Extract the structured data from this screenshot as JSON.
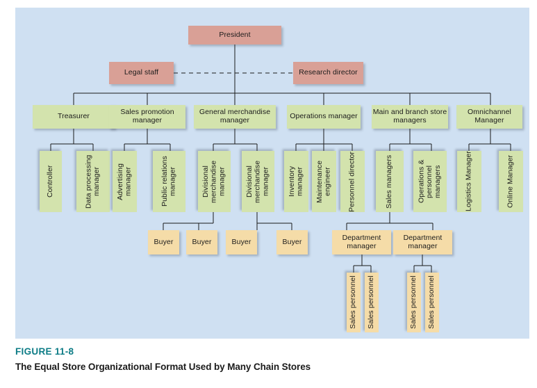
{
  "figure": {
    "label": "FIGURE 11-8",
    "title": "The Equal Store Organizational Format Used by Many Chain Stores",
    "accent_color": "#0d7c86",
    "panel_background": "#cfe0f2",
    "executive_color": "#d9a096",
    "manager_color": "#d3e3ad",
    "leaf_color": "#f5dca8",
    "line_color": "#1a1a1a"
  },
  "chart_data": {
    "type": "diagram",
    "title": "The Equal Store Organizational Format Used by Many Chain Stores",
    "levels": 6,
    "nodes": [
      {
        "id": "president",
        "label": "President",
        "tier": 1,
        "type": "executive"
      },
      {
        "id": "legal-staff",
        "label": "Legal staff",
        "tier": 2,
        "type": "executive"
      },
      {
        "id": "research-director",
        "label": "Research director",
        "tier": 2,
        "type": "executive"
      },
      {
        "id": "treasurer",
        "label": "Treasurer",
        "tier": 3,
        "type": "manager"
      },
      {
        "id": "sales-promotion-manager",
        "label": "Sales promotion manager",
        "tier": 3,
        "type": "manager"
      },
      {
        "id": "general-merchandise-manager",
        "label": "General merchandise manager",
        "tier": 3,
        "type": "manager"
      },
      {
        "id": "operations-manager",
        "label": "Operations manager",
        "tier": 3,
        "type": "manager"
      },
      {
        "id": "main-and-branch-store-managers",
        "label": "Main and branch store managers",
        "tier": 3,
        "type": "manager"
      },
      {
        "id": "omnichannel-manager",
        "label": "Omnichannel Manager",
        "tier": 3,
        "type": "manager"
      },
      {
        "id": "controller",
        "label": "Controller",
        "tier": 4,
        "type": "manager",
        "orientation": "vertical"
      },
      {
        "id": "data-processing-manager",
        "label": "Data processing manager",
        "tier": 4,
        "type": "manager",
        "orientation": "vertical"
      },
      {
        "id": "advertising-manager",
        "label": "Advertising manager",
        "tier": 4,
        "type": "manager",
        "orientation": "vertical"
      },
      {
        "id": "public-relations-manager",
        "label": "Public relations manager",
        "tier": 4,
        "type": "manager",
        "orientation": "vertical"
      },
      {
        "id": "divisional-merchandise-manager-1",
        "label": "Divisional merchandise manager",
        "tier": 4,
        "type": "manager",
        "orientation": "vertical"
      },
      {
        "id": "divisional-merchandise-manager-2",
        "label": "Divisional merchandise manager",
        "tier": 4,
        "type": "manager",
        "orientation": "vertical"
      },
      {
        "id": "inventory-manager",
        "label": "Inventory manager",
        "tier": 4,
        "type": "manager",
        "orientation": "vertical"
      },
      {
        "id": "maintenance-engineer",
        "label": "Maintenance engineer",
        "tier": 4,
        "type": "manager",
        "orientation": "vertical"
      },
      {
        "id": "personnel-director",
        "label": "Personnel director",
        "tier": 4,
        "type": "manager",
        "orientation": "vertical"
      },
      {
        "id": "sales-managers",
        "label": "Sales managers",
        "tier": 4,
        "type": "manager",
        "orientation": "vertical"
      },
      {
        "id": "operations-personnel-managers",
        "label": "Operations & personnel managers",
        "tier": 4,
        "type": "manager",
        "orientation": "vertical"
      },
      {
        "id": "logistics-manager",
        "label": "Logistics Manager",
        "tier": 4,
        "type": "manager",
        "orientation": "vertical"
      },
      {
        "id": "online-manager",
        "label": "Online Manager",
        "tier": 4,
        "type": "manager",
        "orientation": "vertical"
      },
      {
        "id": "buyer-1",
        "label": "Buyer",
        "tier": 5,
        "type": "leaf"
      },
      {
        "id": "buyer-2",
        "label": "Buyer",
        "tier": 5,
        "type": "leaf"
      },
      {
        "id": "buyer-3",
        "label": "Buyer",
        "tier": 5,
        "type": "leaf"
      },
      {
        "id": "buyer-4",
        "label": "Buyer",
        "tier": 5,
        "type": "leaf"
      },
      {
        "id": "department-manager-1",
        "label": "Department manager",
        "tier": 5,
        "type": "leaf"
      },
      {
        "id": "department-manager-2",
        "label": "Department manager",
        "tier": 5,
        "type": "leaf"
      },
      {
        "id": "sales-personnel-1",
        "label": "Sales personnel",
        "tier": 6,
        "type": "leaf",
        "orientation": "vertical"
      },
      {
        "id": "sales-personnel-2",
        "label": "Sales personnel",
        "tier": 6,
        "type": "leaf",
        "orientation": "vertical"
      },
      {
        "id": "sales-personnel-3",
        "label": "Sales personnel",
        "tier": 6,
        "type": "leaf",
        "orientation": "vertical"
      },
      {
        "id": "sales-personnel-4",
        "label": "Sales personnel",
        "tier": 6,
        "type": "leaf",
        "orientation": "vertical"
      }
    ],
    "edges": [
      {
        "from": "president",
        "to": "treasurer",
        "style": "solid"
      },
      {
        "from": "president",
        "to": "sales-promotion-manager",
        "style": "solid"
      },
      {
        "from": "president",
        "to": "general-merchandise-manager",
        "style": "solid"
      },
      {
        "from": "president",
        "to": "operations-manager",
        "style": "solid"
      },
      {
        "from": "president",
        "to": "main-and-branch-store-managers",
        "style": "solid"
      },
      {
        "from": "president",
        "to": "omnichannel-manager",
        "style": "solid"
      },
      {
        "from": "legal-staff",
        "to": "research-director",
        "style": "dashed"
      },
      {
        "from": "treasurer",
        "to": "controller",
        "style": "solid"
      },
      {
        "from": "treasurer",
        "to": "data-processing-manager",
        "style": "solid"
      },
      {
        "from": "sales-promotion-manager",
        "to": "advertising-manager",
        "style": "solid"
      },
      {
        "from": "sales-promotion-manager",
        "to": "public-relations-manager",
        "style": "solid"
      },
      {
        "from": "general-merchandise-manager",
        "to": "divisional-merchandise-manager-1",
        "style": "solid"
      },
      {
        "from": "general-merchandise-manager",
        "to": "divisional-merchandise-manager-2",
        "style": "solid"
      },
      {
        "from": "operations-manager",
        "to": "inventory-manager",
        "style": "solid"
      },
      {
        "from": "operations-manager",
        "to": "maintenance-engineer",
        "style": "solid"
      },
      {
        "from": "operations-manager",
        "to": "personnel-director",
        "style": "solid"
      },
      {
        "from": "main-and-branch-store-managers",
        "to": "sales-managers",
        "style": "solid"
      },
      {
        "from": "main-and-branch-store-managers",
        "to": "operations-personnel-managers",
        "style": "solid"
      },
      {
        "from": "omnichannel-manager",
        "to": "logistics-manager",
        "style": "solid"
      },
      {
        "from": "omnichannel-manager",
        "to": "online-manager",
        "style": "solid"
      },
      {
        "from": "divisional-merchandise-manager-1",
        "to": "buyer-1",
        "style": "solid"
      },
      {
        "from": "divisional-merchandise-manager-1",
        "to": "buyer-2",
        "style": "solid"
      },
      {
        "from": "divisional-merchandise-manager-2",
        "to": "buyer-3",
        "style": "solid"
      },
      {
        "from": "divisional-merchandise-manager-2",
        "to": "buyer-4",
        "style": "solid"
      },
      {
        "from": "sales-managers",
        "to": "department-manager-1",
        "style": "solid"
      },
      {
        "from": "sales-managers",
        "to": "department-manager-2",
        "style": "solid"
      },
      {
        "from": "department-manager-1",
        "to": "sales-personnel-1",
        "style": "solid"
      },
      {
        "from": "department-manager-1",
        "to": "sales-personnel-2",
        "style": "solid"
      },
      {
        "from": "department-manager-2",
        "to": "sales-personnel-3",
        "style": "solid"
      },
      {
        "from": "department-manager-2",
        "to": "sales-personnel-4",
        "style": "solid"
      }
    ]
  }
}
